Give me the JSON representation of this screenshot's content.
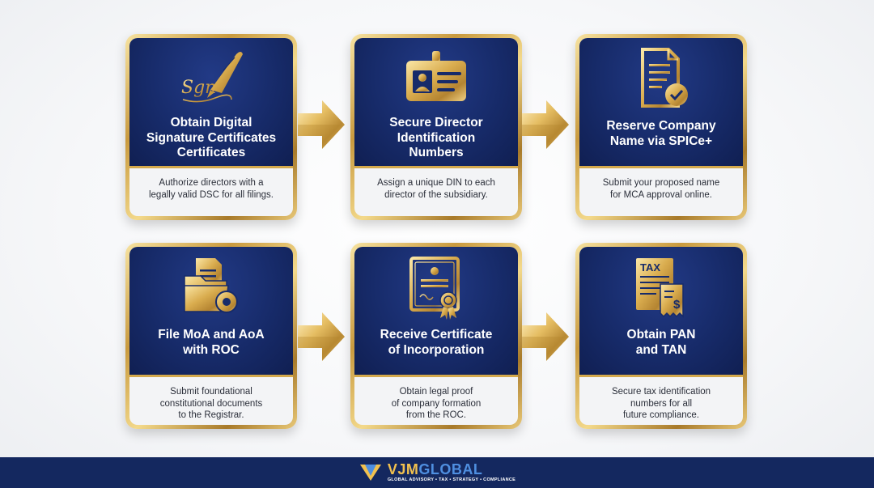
{
  "steps": [
    {
      "icon": "pen-sign-icon",
      "title": [
        "Obtain Digital",
        "Signature Certificates",
        "Certificates"
      ],
      "description": [
        "Authorize directors with a",
        "legally valid DSC for all filings."
      ]
    },
    {
      "icon": "id-badge-icon",
      "title": [
        "Secure Director",
        "Identification",
        "Numbers"
      ],
      "description": [
        "Assign a unique DIN to each",
        "director of the subsidiary."
      ]
    },
    {
      "icon": "document-check-icon",
      "title": [
        "Reserve Company",
        "Name via SPICe+"
      ],
      "description": [
        "Submit your proposed name",
        "for MCA approval online."
      ]
    },
    {
      "icon": "folder-gear-icon",
      "title": [
        "File MoA and AoA",
        "with ROC"
      ],
      "description": [
        "Submit foundational",
        "constitutional documents",
        "to the Registrar."
      ]
    },
    {
      "icon": "certificate-icon",
      "title": [
        "Receive Certificate",
        "of Incorporation"
      ],
      "description": [
        "Obtain legal proof",
        "of company formation",
        "from the ROC."
      ]
    },
    {
      "icon": "tax-receipt-icon",
      "title": [
        "Obtain PAN",
        "and TAN"
      ],
      "description": [
        "Secure tax identification",
        "numbers for all",
        "future compliance."
      ]
    }
  ],
  "icon_labels": {
    "sign": "Sgn",
    "tax": "TAX",
    "dollar": "$"
  },
  "footer": {
    "brand_part1": "VJM",
    "brand_part2": "GLOBAL",
    "tagline": "GLOBAL ADVISORY • TAX • STRATEGY • COMPLIANCE"
  },
  "colors": {
    "navy": "#172b6a",
    "gold": "#d4a94c",
    "footer": "#14285f"
  }
}
